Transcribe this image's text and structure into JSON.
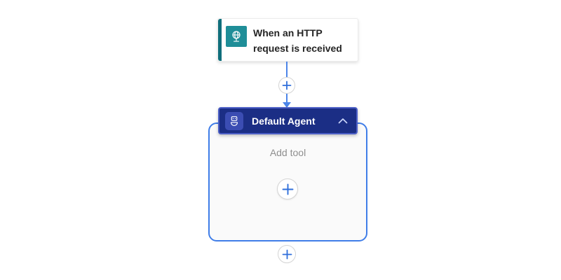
{
  "trigger_card": {
    "title": "When an HTTP request is received",
    "icon": "http-request-globe-icon",
    "accent_color": "#0f6e7b",
    "icon_bg": "#1f8e98"
  },
  "connector": {
    "color": "#4c85e8",
    "insert_action_icon": "plus-icon"
  },
  "agent_card": {
    "title": "Default Agent",
    "icon": "agent-bot-icon",
    "bg": "#1b2e85",
    "collapse_icon": "chevron-up-icon"
  },
  "agent_container": {
    "placeholder": "Add tool",
    "add_tool_icon": "plus-icon",
    "border_color": "#3f7de8",
    "bg": "#fafafa"
  },
  "after_agent": {
    "insert_action_icon": "plus-icon"
  }
}
